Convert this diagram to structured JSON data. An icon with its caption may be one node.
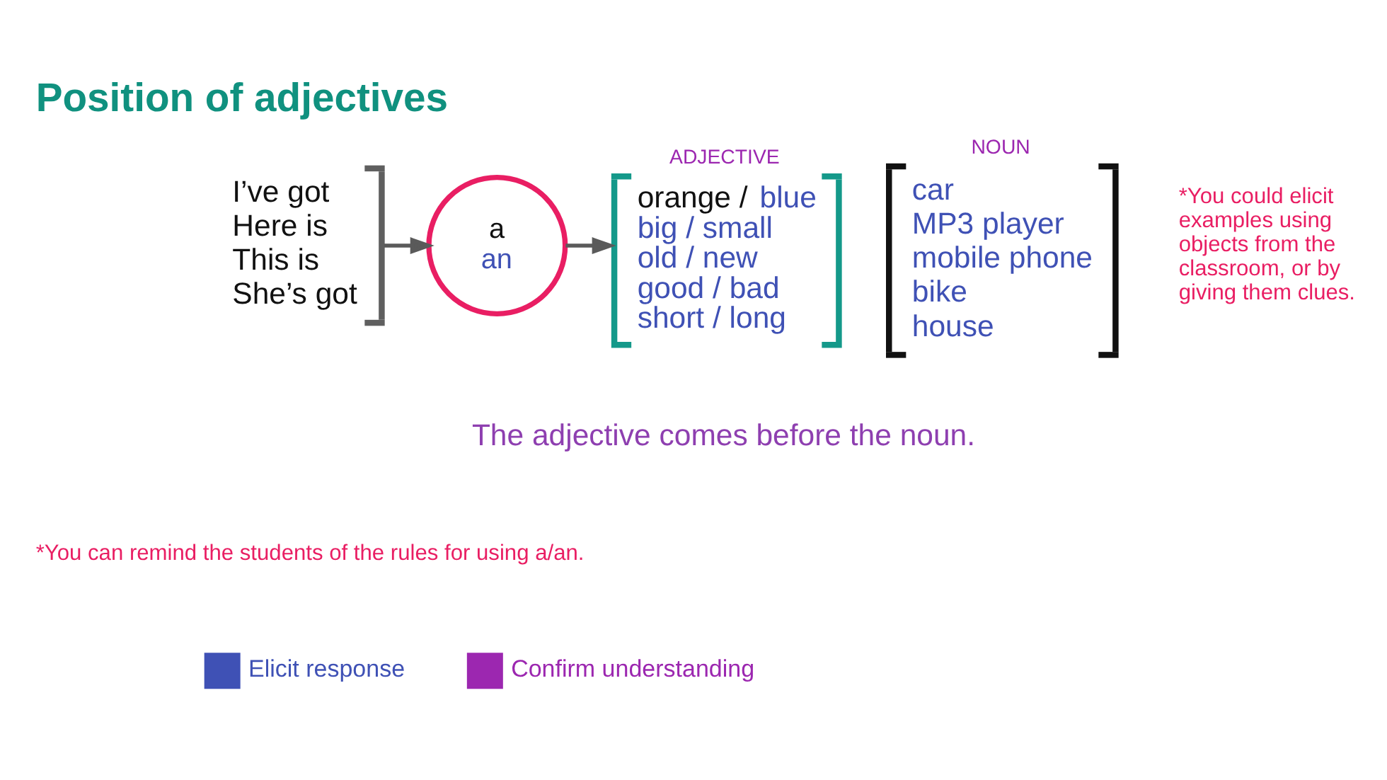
{
  "diagram": {
    "title": "Position of adjectives",
    "nodes": [
      {
        "text": [
          "I’ve got",
          "Here is",
          "This is",
          "She’s got"
        ]
      },
      {
        "text": [
          "a",
          "an"
        ]
      },
      {
        "text": [
          "ADJECTIVE",
          "orange / blue",
          "big / small",
          "old / new",
          "good / bad",
          "short / long"
        ]
      },
      {
        "text": [
          "NOUN",
          "car",
          "MP3 player",
          "mobile phone",
          "bike",
          "house"
        ]
      }
    ],
    "edges": [
      {
        "from": 0,
        "to": 1,
        "arrow": "to"
      },
      {
        "from": 1,
        "to": 2,
        "arrow": "to"
      }
    ],
    "labels": [
      "*You could elicit examples using objects from the classroom, or by giving them clues.",
      "The adjective comes before the noun.",
      "*You can remind the students of the rules for using a/an."
    ],
    "legend": [
      {
        "text": "Elicit response",
        "color": "#3f51b5"
      },
      {
        "text": "Confirm understanding",
        "color": "#9c27b0"
      }
    ]
  }
}
